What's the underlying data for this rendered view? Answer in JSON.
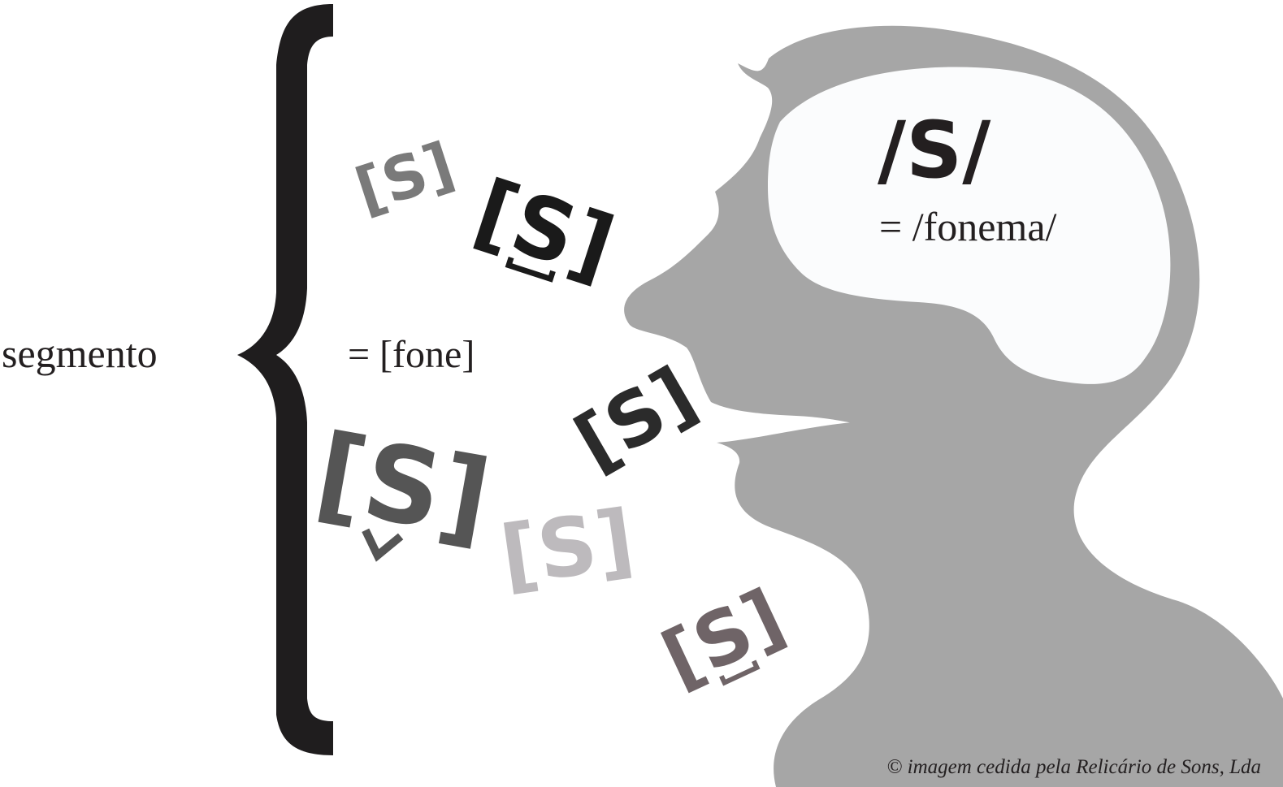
{
  "labels": {
    "segment": "segmento",
    "phone": "= [fone]",
    "phoneme_symbol": "/S/",
    "phoneme": "= /fonema/",
    "credit": "© imagem cedida pela Relicário de Sons, Lda"
  },
  "phones": [
    {
      "text": "[S]",
      "color": "#7a7a7a",
      "diacritic": "none"
    },
    {
      "text": "[S]",
      "color": "#1a1a1a",
      "diacritic": "bridge"
    },
    {
      "text": "[S]",
      "color": "#2b2b2b",
      "diacritic": "none"
    },
    {
      "text": "[S]",
      "color": "#555555",
      "diacritic": "caron"
    },
    {
      "text": "[S]",
      "color": "#bdbabd",
      "diacritic": "none"
    },
    {
      "text": "[S]",
      "color": "#6f6467",
      "diacritic": "bridge"
    }
  ],
  "colors": {
    "head": "#a6a6a6",
    "brain": "#fbfcfd",
    "brace": "#1f1d1e",
    "text": "#231f20"
  }
}
